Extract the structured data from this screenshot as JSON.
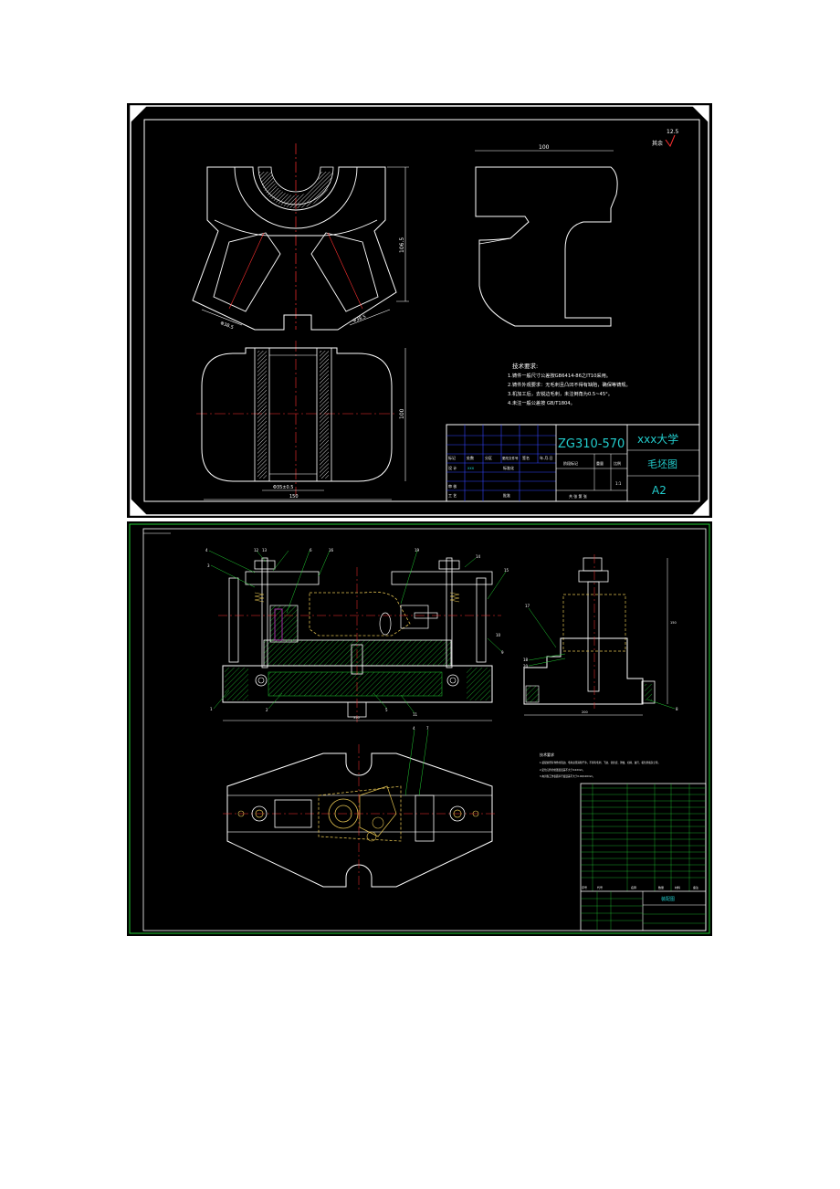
{
  "sheet1": {
    "roughness": {
      "value": "12.5",
      "label": "其余"
    },
    "dims": {
      "top_width": "100",
      "front_height": "106.5",
      "left_angle": "Φ38.5",
      "right_angle": "Φ38.5",
      "lower_height": "100",
      "lower_hole": "Φ35±0.5",
      "lower_width": "150"
    },
    "tech": {
      "heading": "技术要求:",
      "items": [
        "1.铸件一般尺寸公差按GB6414-86之IT10采用。",
        "2.铸件外观要求：无毛刺且凸凹不得有缺陷，确保等铸规。",
        "3.机加工后，去锐边毛刺，未注倒角为0.5~45°。",
        "4.未注一般公差按 GB/T1804。"
      ]
    },
    "title_block": {
      "drawing_no": "ZG310-570",
      "school": "xxx大学",
      "drawing_name": "毛坯图",
      "size": "A2",
      "designer": "xxx",
      "small_labels": [
        "标记",
        "处数",
        "分区",
        "更改文件号",
        "签名",
        "年.月.日",
        "设 计",
        "标准化",
        "审 核",
        "工 艺",
        "批准",
        "阶段标记",
        "重量",
        "比例",
        "共 张 第 张"
      ],
      "scale": "1:1"
    }
  },
  "sheet2": {
    "front_labels": [
      "4",
      "3",
      "12",
      "13",
      "6",
      "16",
      "19",
      "14",
      "15",
      "1",
      "2",
      "5",
      "11",
      "9",
      "10"
    ],
    "side_labels": [
      "17",
      "18",
      "20",
      "8"
    ],
    "plan_labels": [
      "4",
      "7"
    ],
    "bottom_dim": "350",
    "side_dim": "200",
    "side_height": "150",
    "tech": {
      "heading": "技术要求",
      "items": [
        "1.装配前所有零件的锐边、毛刺必须清除干净，不得有毛刺、飞边、氧化皮、锈蚀、切屑、油污、着色剂和灰尘等。",
        "2.定位元件的位置度误差不大于0.02mm。",
        "3.夹具各工作表面平行度误差不大于0.02/100mm。"
      ]
    },
    "title_block": {
      "drawing_name": "装配图",
      "headers": [
        "序号",
        "代号",
        "名称",
        "数量",
        "材料",
        "备注"
      ]
    }
  }
}
